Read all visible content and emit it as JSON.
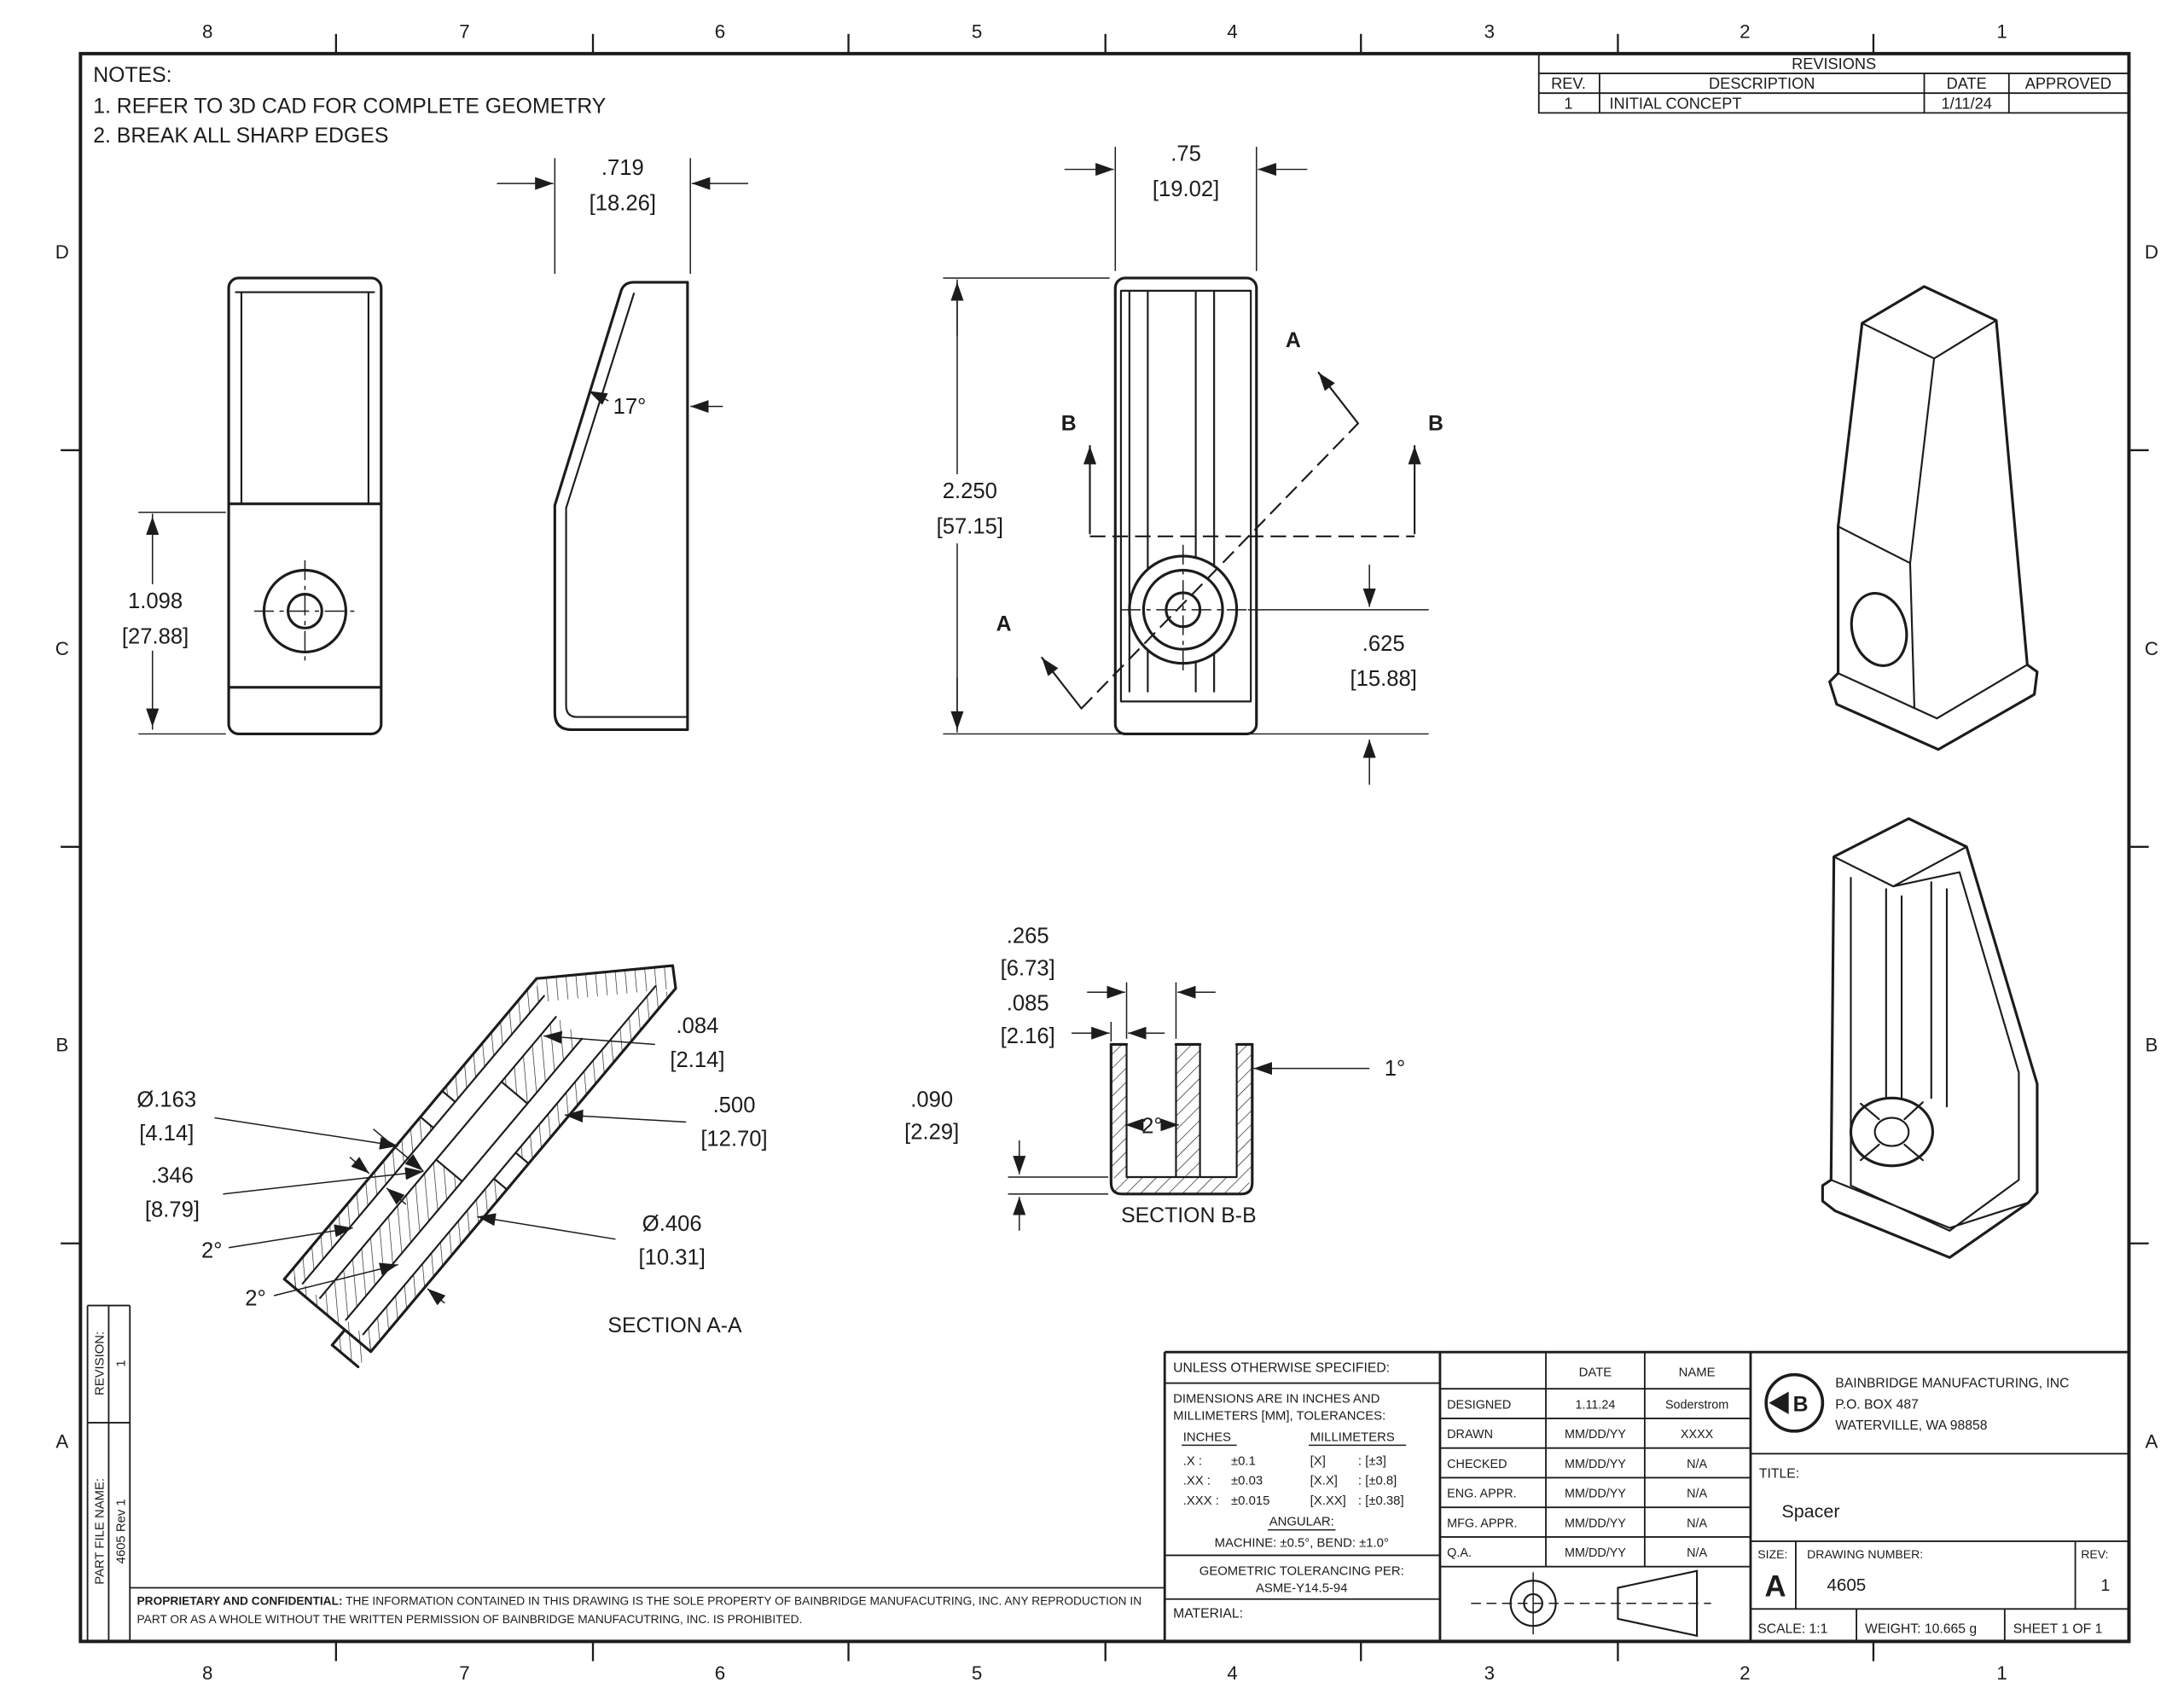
{
  "colors": {
    "ink": "#1c1c1c",
    "paper": "#ffffff"
  },
  "zones": {
    "cols": [
      "8",
      "7",
      "6",
      "5",
      "4",
      "3",
      "2",
      "1"
    ],
    "rows": [
      "D",
      "C",
      "B",
      "A"
    ]
  },
  "notes": {
    "title": "NOTES:",
    "item1": "1.  REFER TO 3D CAD FOR COMPLETE GEOMETRY",
    "item2": "2.  BREAK ALL SHARP EDGES"
  },
  "revisions": {
    "title": "REVISIONS",
    "col_rev": "REV.",
    "col_desc": "DESCRIPTION",
    "col_date": "DATE",
    "col_appr": "APPROVED",
    "row": {
      "rev": "1",
      "desc": "INITIAL CONCEPT",
      "date": "1/11/24",
      "appr": ""
    }
  },
  "views": {
    "front": {
      "height_in": "1.098",
      "height_mm": "[27.88]"
    },
    "side": {
      "depth_in": ".719",
      "depth_mm": "[18.26]",
      "angle": "17°"
    },
    "main": {
      "width_in": ".75",
      "width_mm": "[19.02]",
      "height_in": "2.250",
      "height_mm": "[57.15]",
      "hole_in": ".625",
      "hole_mm": "[15.88]",
      "cut_a": "A",
      "cut_b": "B"
    }
  },
  "section_a": {
    "label": "SECTION A-A",
    "hole_in": "Ø.163",
    "hole_mm": "[4.14]",
    "depth_in": ".346",
    "depth_mm": "[8.79]",
    "angle1": "2°",
    "angle2": "2°",
    "wall_in": ".084",
    "wall_mm": "[2.14]",
    "slot_in": ".500",
    "slot_mm": "[12.70]",
    "cbore_in": "Ø.406",
    "cbore_mm": "[10.31]"
  },
  "section_b": {
    "label": "SECTION B-B",
    "slot_in": ".265",
    "slot_mm": "[6.73]",
    "wall_in": ".085",
    "wall_mm": "[2.16]",
    "floor_in": ".090",
    "floor_mm": "[2.29]",
    "angle_right": "1°",
    "angle_mid": "2°"
  },
  "title_block": {
    "tol": {
      "header": "UNLESS OTHERWISE SPECIFIED:",
      "dims1": "DIMENSIONS ARE IN INCHES AND",
      "dims2": "MILLIMETERS [MM], TOLERANCES:",
      "inches": "INCHES",
      "millimeters": "MILLIMETERS",
      "rows": [
        {
          "il": ".X :",
          "iv": "±0.1",
          "ml": "[X]",
          "mv": ": [±3]"
        },
        {
          "il": ".XX :",
          "iv": "±0.03",
          "ml": "[X.X]",
          "mv": ": [±0.8]"
        },
        {
          "il": ".XXX :",
          "iv": "±0.015",
          "ml": "[X.XX]",
          "mv": ": [±0.38]"
        }
      ],
      "angular_h": "ANGULAR:",
      "angular": "MACHINE: ±0.5°, BEND: ±1.0°",
      "geo1": "GEOMETRIC TOLERANCING PER:",
      "geo2": "ASME-Y14.5-94",
      "material": "MATERIAL:"
    },
    "approvals": {
      "date_h": "DATE",
      "name_h": "NAME",
      "rows": [
        {
          "role": "DESIGNED",
          "date": "1.11.24",
          "name": "Soderstrom"
        },
        {
          "role": "DRAWN",
          "date": "MM/DD/YY",
          "name": "XXXX"
        },
        {
          "role": "CHECKED",
          "date": "MM/DD/YY",
          "name": "N/A"
        },
        {
          "role": "ENG. APPR.",
          "date": "MM/DD/YY",
          "name": "N/A"
        },
        {
          "role": "MFG. APPR.",
          "date": "MM/DD/YY",
          "name": "N/A"
        },
        {
          "role": "Q.A.",
          "date": "MM/DD/YY",
          "name": "N/A"
        }
      ]
    },
    "company": {
      "logo_letter": "B",
      "name": "BAINBRIDGE MANUFACTURING, INC",
      "line2": "P.O. BOX 487",
      "line3": "WATERVILLE, WA 98858"
    },
    "title_label": "TITLE:",
    "title": "Spacer",
    "size_label": "SIZE:",
    "size": "A",
    "dwg_label": "DRAWING NUMBER:",
    "dwg_no": "4605",
    "rev_label": "REV:",
    "rev": "1",
    "scale": "SCALE: 1:1",
    "weight": "WEIGHT: 10.665 g",
    "sheet": "SHEET 1 OF 1"
  },
  "strip": {
    "revision_label": "REVISION:",
    "revision": "1",
    "part_file_label": "PART FILE NAME:",
    "part_file": "4605 Rev 1"
  },
  "proprietary": {
    "lead": "PROPRIETARY AND CONFIDENTIAL:",
    "body": "THE INFORMATION CONTAINED IN THIS DRAWING IS THE SOLE PROPERTY OF BAINBRIDGE MANUFACUTRING, INC. ANY REPRODUCTION IN PART OR AS A WHOLE WITHOUT THE WRITTEN PERMISSION OF BAINBRIDGE MANUFACUTRING, INC. IS PROHIBITED."
  }
}
